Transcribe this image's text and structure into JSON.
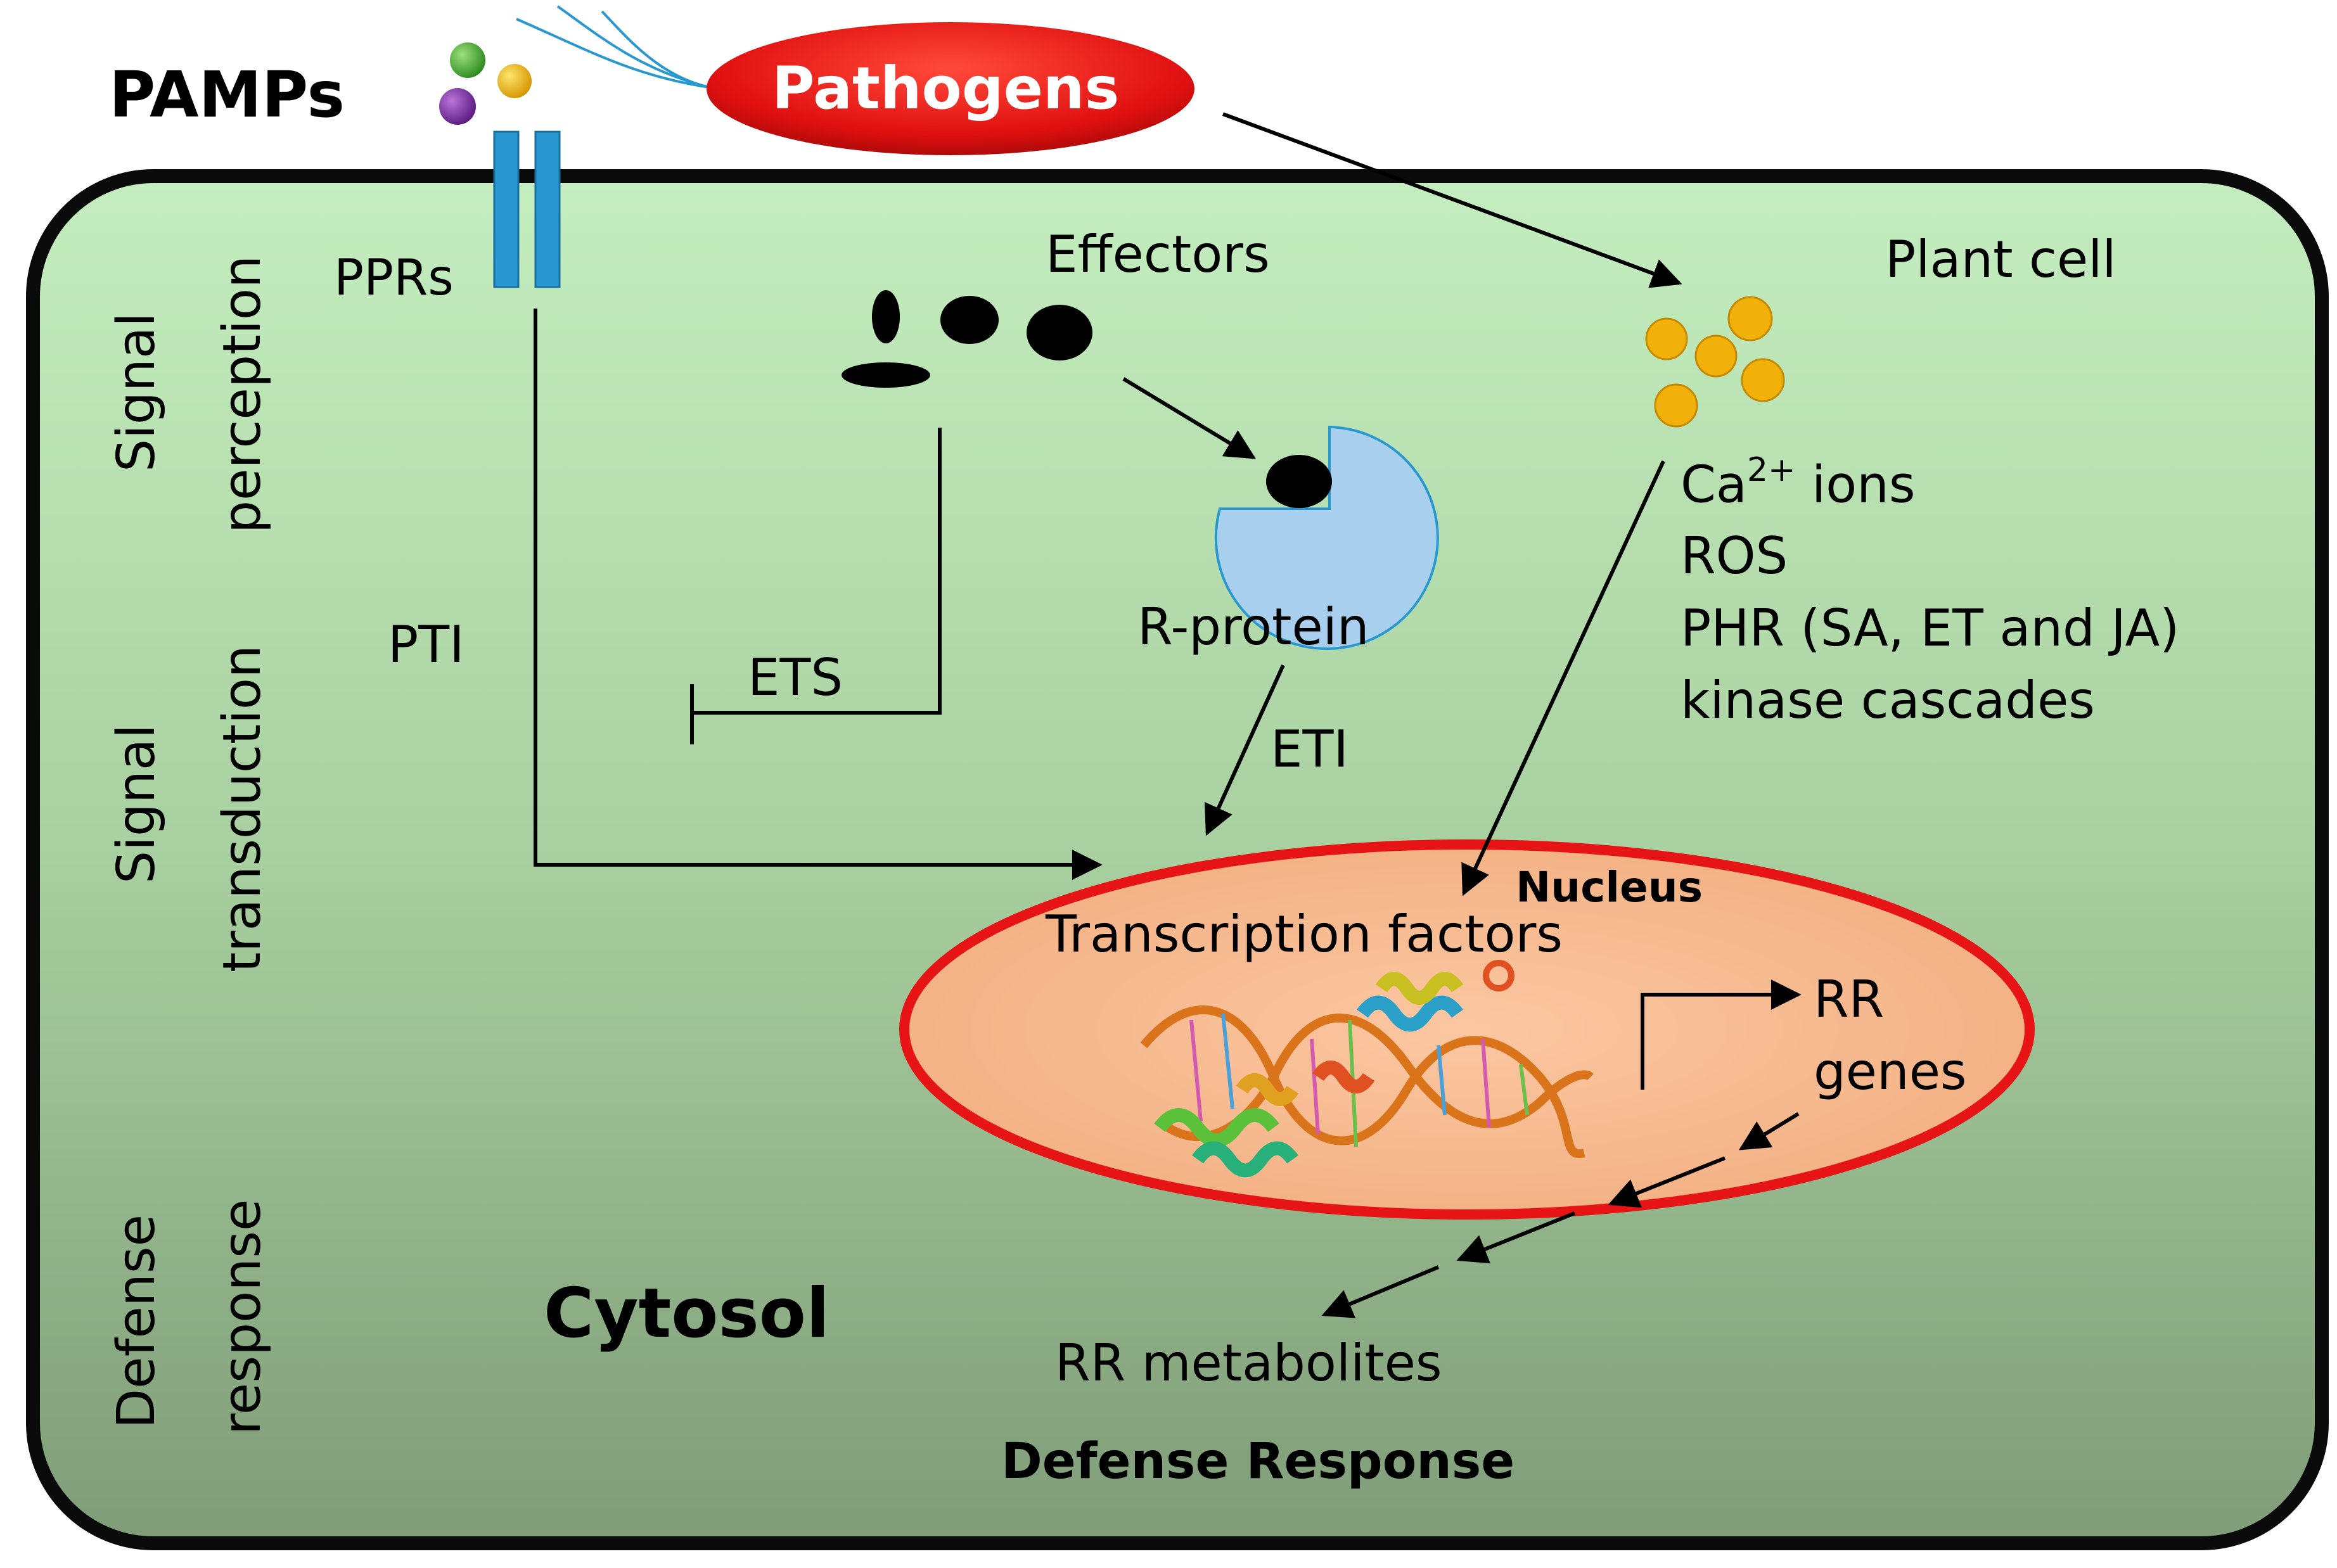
{
  "diagram": {
    "pamps_label": "PAMPs",
    "pathogens_label": "Pathogens",
    "pprs_label": "PPRs",
    "effectors_label": "Effectors",
    "plant_cell_label": "Plant cell",
    "r_protein_label": "R-protein",
    "pti_label": "PTI",
    "ets_label": "ETS",
    "eti_label": "ETI",
    "signals": {
      "ca_base": "Ca",
      "ca_sup": "2+",
      "ca_rest": " ions",
      "ros": "ROS",
      "phr": "PHR (SA, ET and JA)",
      "kinase": "kinase cascades"
    },
    "nucleus_label": "Nucleus",
    "transcription_label": "Transcription factors",
    "rr_genes_line1": "RR",
    "rr_genes_line2": "genes",
    "cytosol_label": "Cytosol",
    "rr_metabolites_label": "RR metabolites",
    "defense_response_label": "Defense Response",
    "side_labels": {
      "perception_1": "Signal",
      "perception_2": "perception",
      "transduction_1": "Signal",
      "transduction_2": "transduction",
      "defense_1": "Defense",
      "defense_2": "response"
    },
    "colors": {
      "cell_top": "#c5eec0",
      "cell_bottom": "#7f9c78",
      "pathogen_red": "#e01010",
      "receptor_blue": "#2a98d0",
      "r_protein_blue": "#a9cfee",
      "ion_yellow": "#f2b10a",
      "nucleus_fill": "#f7b98f",
      "nucleus_border": "#e61414"
    }
  }
}
